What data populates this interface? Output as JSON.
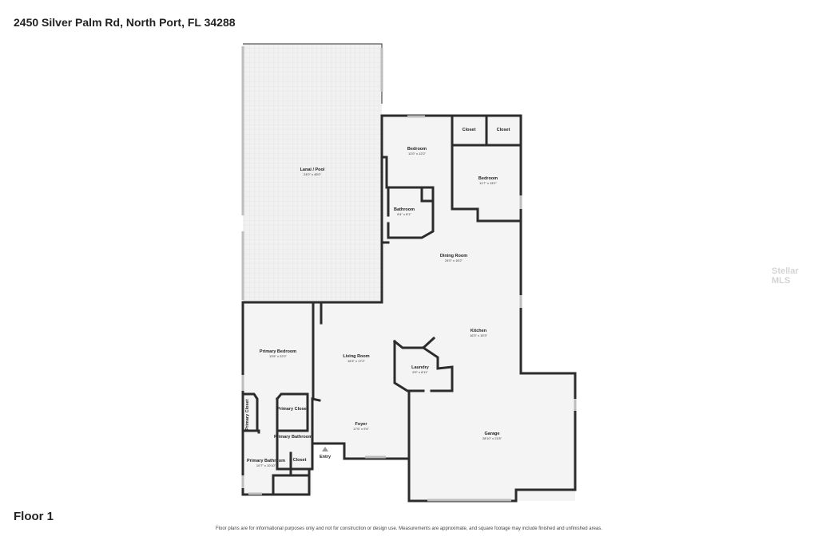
{
  "header": {
    "address": "2450 Silver Palm Rd, North Port, FL 34288"
  },
  "footer": {
    "floor": "Floor 1",
    "disclaimer": "Floor plans are for informational purposes only and not for construction or design use. Measurements are approximate, and square footage may include finished and unfinished areas."
  },
  "watermark": "Stellar MLS",
  "rooms": {
    "lanai": {
      "name": "Lanai / Pool",
      "dim": "24'0\" x 45'0\""
    },
    "bedroom1": {
      "name": "Bedroom",
      "dim": "12'0\" x 12'2\""
    },
    "closet1": {
      "name": "Closet"
    },
    "closet2": {
      "name": "Closet"
    },
    "bedroom2": {
      "name": "Bedroom",
      "dim": "11'7\" x 13'2\""
    },
    "bathroom": {
      "name": "Bathroom",
      "dim": "8'4\" x 8'1\""
    },
    "dining": {
      "name": "Dining Room",
      "dim": "24'0\" x 16'2\""
    },
    "kitchen": {
      "name": "Kitchen",
      "dim": "16'3\" x 15'3\""
    },
    "primary_bedroom": {
      "name": "Primary Bedroom",
      "dim": "13'5\" x 22'2\""
    },
    "living": {
      "name": "Living Room",
      "dim": "16'3\" x 17'2\""
    },
    "laundry": {
      "name": "Laundry",
      "dim": "9'9\" x 8'11\""
    },
    "primary_closet_left": {
      "name": "Primary Closet"
    },
    "primary_closet": {
      "name": "Primary Closet"
    },
    "foyer": {
      "name": "Foyer",
      "dim": "17'6\" x 9'4\""
    },
    "garage": {
      "name": "Garage",
      "dim": "28'10\" x 21'8\""
    },
    "primary_bathroom_small": {
      "name": "Primary Bathroom"
    },
    "primary_bathroom": {
      "name": "Primary Bathroom",
      "dim": "10'7\" x 10'10\""
    },
    "closet3": {
      "name": "Closet"
    },
    "entry": {
      "name": "Entry"
    }
  }
}
